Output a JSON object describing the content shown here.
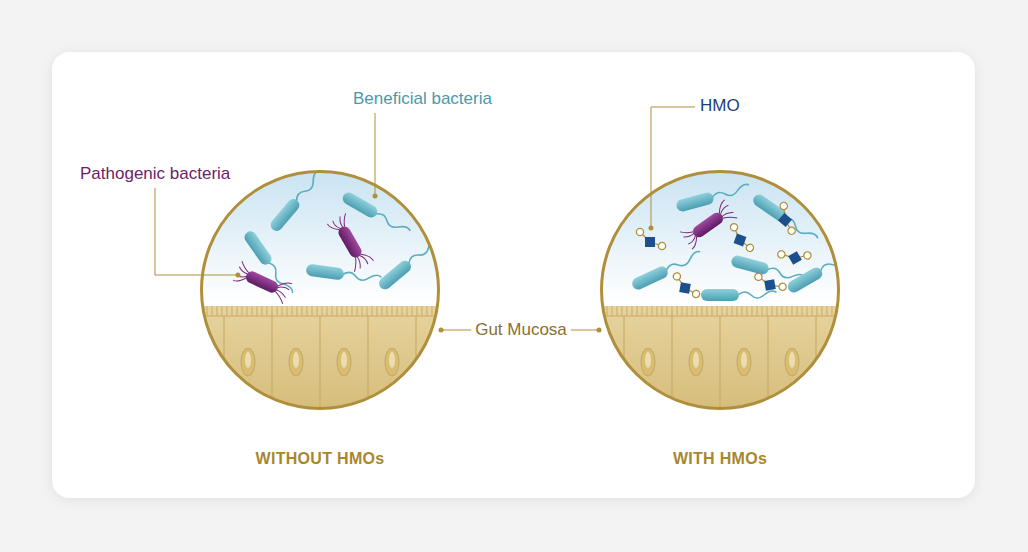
{
  "diagram": {
    "nodes": [
      {
        "text": [
          "WITHOUT HMOs"
        ]
      },
      {
        "text": [
          "WITH HMOs"
        ]
      }
    ],
    "labels": [
      "Beneficial bacteria",
      "Pathogenic bacteria",
      "HMO",
      "Gut Mucosa"
    ]
  }
}
